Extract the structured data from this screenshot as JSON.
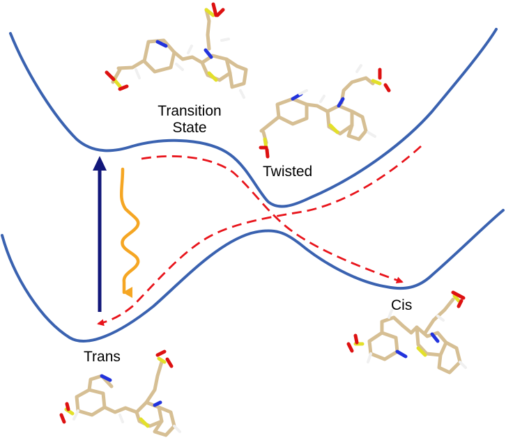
{
  "labels": {
    "transition_state_line1": "Transition",
    "transition_state_line2": "State",
    "twisted": "Twisted",
    "cis": "Cis",
    "trans": "Trans"
  },
  "colors": {
    "energy_curve": "#3a62b0",
    "absorption_arrow": "#12177a",
    "emission_arrow": "#f5a623",
    "pathway_arrow": "#e8141b",
    "carbon_stick": "#d6bf94",
    "hydrogen": "#f0f0f0",
    "nitrogen": "#2233dd",
    "oxygen": "#dd1111",
    "sulfur": "#e3e02a"
  },
  "molecules": [
    {
      "name": "transition-state-molecule",
      "depicts": "molecular-model"
    },
    {
      "name": "twisted-molecule",
      "depicts": "molecular-model"
    },
    {
      "name": "cis-molecule",
      "depicts": "molecular-model"
    },
    {
      "name": "trans-molecule",
      "depicts": "molecular-model"
    }
  ]
}
